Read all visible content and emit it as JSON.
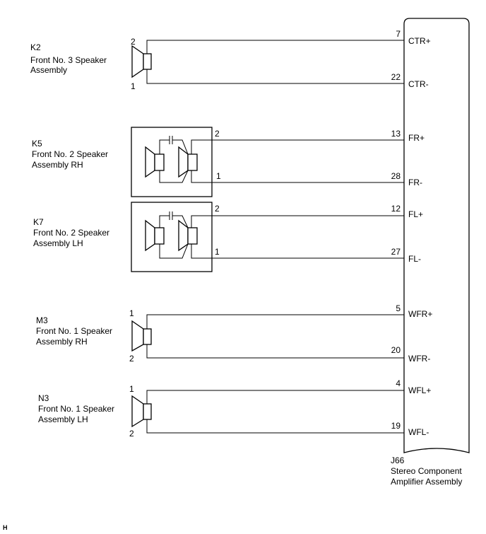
{
  "amplifier": {
    "connector": "J66",
    "name_line1": "Stereo Component",
    "name_line2": "Amplifier Assembly"
  },
  "components": [
    {
      "code": "K2",
      "name_line1": "Front No. 3 Speaker",
      "name_line2": "Assembly",
      "pins": [
        {
          "pin": "2",
          "amp_pin": "7",
          "signal": "CTR+"
        },
        {
          "pin": "1",
          "amp_pin": "22",
          "signal": "CTR-"
        }
      ]
    },
    {
      "code": "K5",
      "name_line1": "Front No. 2 Speaker",
      "name_line2": "Assembly RH",
      "pins": [
        {
          "pin": "2",
          "amp_pin": "13",
          "signal": "FR+"
        },
        {
          "pin": "1",
          "amp_pin": "28",
          "signal": "FR-"
        }
      ]
    },
    {
      "code": "K7",
      "name_line1": "Front No. 2 Speaker",
      "name_line2": "Assembly LH",
      "pins": [
        {
          "pin": "2",
          "amp_pin": "12",
          "signal": "FL+"
        },
        {
          "pin": "1",
          "amp_pin": "27",
          "signal": "FL-"
        }
      ]
    },
    {
      "code": "M3",
      "name_line1": "Front No. 1 Speaker",
      "name_line2": "Assembly RH",
      "pins": [
        {
          "pin": "1",
          "amp_pin": "5",
          "signal": "WFR+"
        },
        {
          "pin": "2",
          "amp_pin": "20",
          "signal": "WFR-"
        }
      ]
    },
    {
      "code": "N3",
      "name_line1": "Front No. 1 Speaker",
      "name_line2": "Assembly LH",
      "pins": [
        {
          "pin": "1",
          "amp_pin": "4",
          "signal": "WFL+"
        },
        {
          "pin": "2",
          "amp_pin": "19",
          "signal": "WFL-"
        }
      ]
    }
  ],
  "footer_mark": "H"
}
